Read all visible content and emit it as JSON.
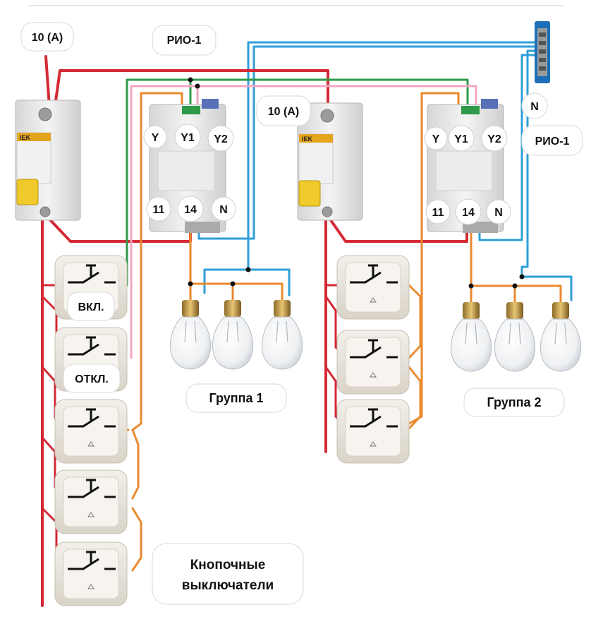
{
  "labels": {
    "current_left": "10 (А)",
    "current_right": "10 (А)",
    "relay_left": "РИО-1",
    "relay_right": "РИО-1",
    "neutral": "N",
    "on_button": "ВКЛ.",
    "off_button": "ОТКЛ.",
    "group1": "Группа 1",
    "group2": "Группа 2",
    "caption_line1": "Кнопочные",
    "caption_line2": "выключатели"
  },
  "relay_pins": {
    "top": [
      "Y",
      "Y1",
      "Y2"
    ],
    "bottom": [
      "11",
      "14",
      "N"
    ]
  },
  "breaker_brand": "IEK",
  "colors": {
    "phase": "#d42a35",
    "neutral": "#2e9fd8",
    "load": "#e98a2e",
    "control_on": "#2f9a4a",
    "control_off": "#f2a5c4"
  }
}
